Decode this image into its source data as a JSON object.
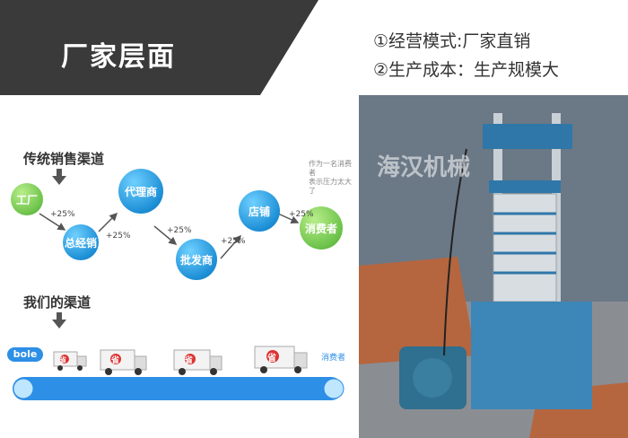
{
  "banner": {
    "title": "厂家层面",
    "features": [
      "①经营模式:厂家直销",
      "②生产成本：生产规模大"
    ]
  },
  "diagram": {
    "traditional_title": "传统销售渠道",
    "nodes": [
      "工厂",
      "总经销",
      "代理商",
      "批发商",
      "店铺",
      "消费者"
    ],
    "markup": "+25%",
    "note_lines": [
      "作为一名消费者",
      "表示压力太大了"
    ],
    "ours_title": "我们的渠道",
    "bole_label": "bole",
    "truck_sign": "省",
    "consumer_label": "消费者"
  },
  "watermark": "海汉机械",
  "colors": {
    "banner_dark": "#3a3a3a",
    "node_blue": "#1d8fd6",
    "node_green": "#6cc24a",
    "pipe_blue": "#2e8fe6"
  }
}
